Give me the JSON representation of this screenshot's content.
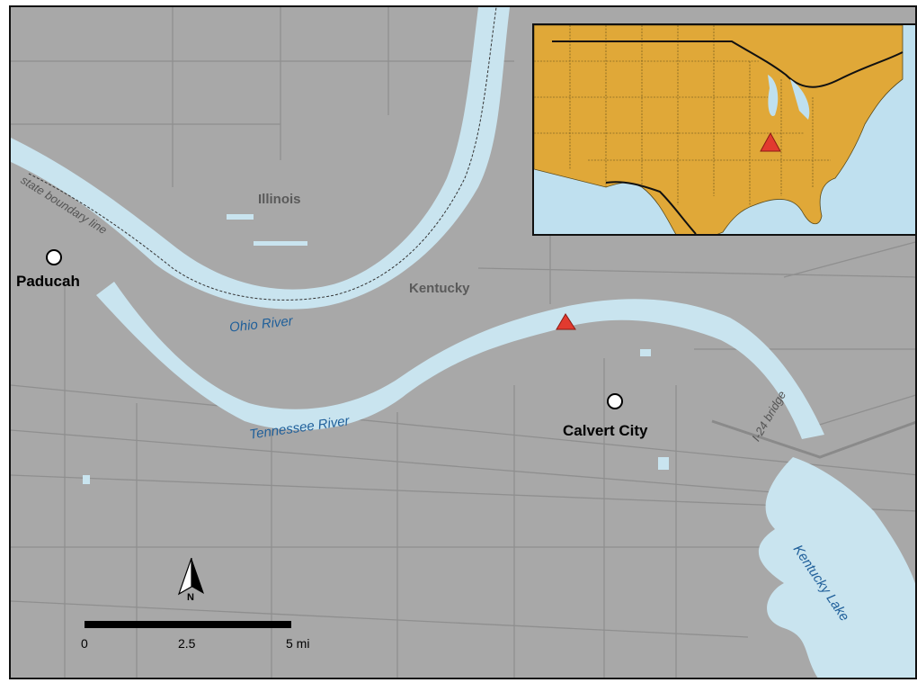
{
  "labels": {
    "illinois": "Illinois",
    "kentucky": "Kentucky",
    "ohio_river": "Ohio River",
    "tennessee_river": "Tennessee River",
    "kentucky_lake": "Kentucky Lake",
    "state_boundary": "state boundary line",
    "bridge": "I-24 bridge"
  },
  "cities": {
    "paducah": "Paducah",
    "calvert_city": "Calvert City"
  },
  "scale": {
    "zero": "0",
    "mid": "2.5",
    "max": "5 mi"
  },
  "north_label": "N",
  "colors": {
    "land": "#a8a8a8",
    "water": "#c9e4ef",
    "site_marker": "#e23a2f",
    "inset_land": "#e0a838",
    "inset_water": "#bfe0ef"
  }
}
